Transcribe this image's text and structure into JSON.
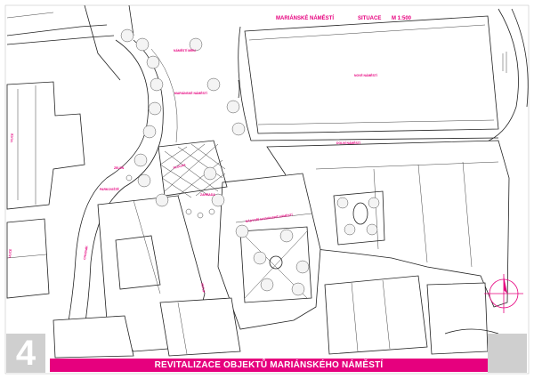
{
  "plan": {
    "title": "MARIÁNSKÉ NÁMĚSTÍ",
    "situation": "SITUACE",
    "scale": "M 1:500",
    "labels": {
      "label_a": "NÁMĚSTÍ MÍRU",
      "label_b": "MARIÁNSKÉ NÁMĚSTÍ",
      "label_c": "NOVÉ NÁMĚSTÍ",
      "label_d": "DOLNÍ NÁMĚSTÍ",
      "label_e": "PLOCHA",
      "label_f": "ZELEŇ",
      "label_g": "PARKOVIŠTĚ",
      "label_h": "CHODNÍK",
      "label_i": "ULICE",
      "label_j": "NÁDVOŘÍ MARIÁNSKÉ NÁMĚSTÍ",
      "label_k": "ZAHRADA",
      "label_l": "VSTUP",
      "label_m": "ULICE"
    }
  },
  "footer": {
    "page_number": "4",
    "title": "REVITALIZACE OBJEKTŮ MARIÁNSKÉHO NÁMĚSTÍ"
  },
  "colors": {
    "accent": "#e6007e",
    "panel": "#cfcfcf"
  }
}
